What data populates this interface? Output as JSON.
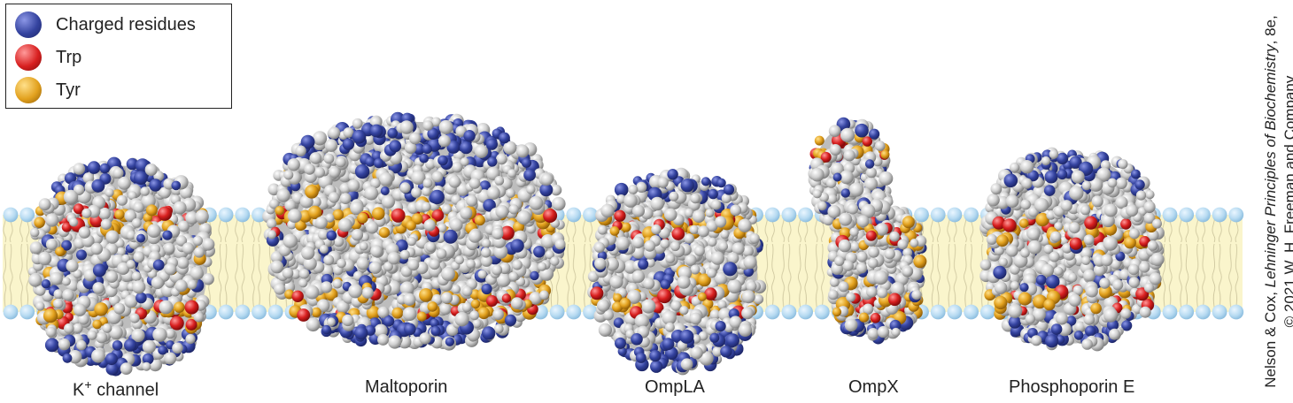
{
  "legend": {
    "items": [
      {
        "label": "Charged residues",
        "color": "#2e3d9e"
      },
      {
        "label": "Trp",
        "color": "#d92323"
      },
      {
        "label": "Tyr",
        "color": "#e0a020"
      }
    ]
  },
  "proteins": [
    {
      "name": "K",
      "superscript": "+",
      "suffix": " channel"
    },
    {
      "name": "Maltoporin"
    },
    {
      "name": "OmpLA"
    },
    {
      "name": "OmpX"
    },
    {
      "name": "Phosphoporin E"
    }
  ],
  "credit": {
    "line1_prefix": "Nelson & Cox, ",
    "line1_title": "Lehninger Principles of Biochemistry",
    "line1_suffix": ", 8e,",
    "line2": "© 2021 W. H. Freeman and Company"
  },
  "colors": {
    "membrane_core": "#faf5cc",
    "headgroup": "#bfe0f4",
    "surface_atom": "#d4d4d4"
  }
}
